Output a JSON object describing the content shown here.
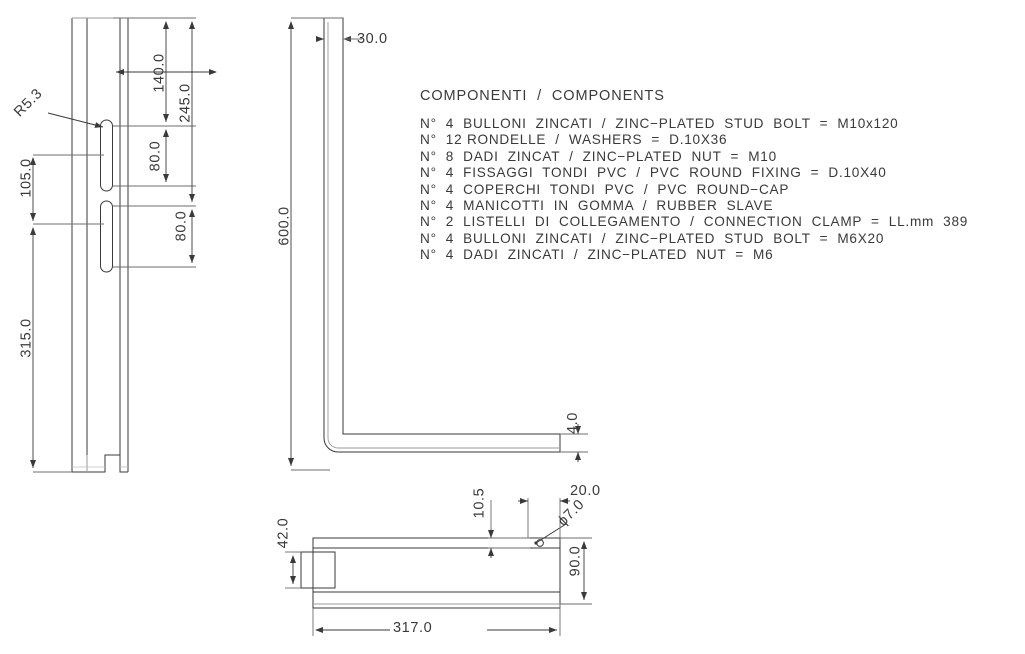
{
  "drawing": {
    "type": "engineering-technical-drawing",
    "units": "mm",
    "line_color": "#3a3a3a",
    "background": "#ffffff"
  },
  "components_list": {
    "title": "COMPONENTI  /  COMPONENTS",
    "items": [
      "N°  4  BULLONI  ZINCATI  /  ZINC−PLATED  STUD  BOLT  =  M10x120",
      "N°  12 RONDELLE  /  WASHERS  =  D.10X36",
      "N°  8  DADI  ZINCAT  /  ZINC−PLATED  NUT  =  M10",
      "N°  4  FISSAGGI  TONDI  PVC  /  PVC  ROUND  FIXING  =  D.10X40",
      "N°  4  COPERCHI  TONDI  PVC  /  PVC  ROUND−CAP",
      "N°  4  MANICOTTI  IN  GOMMA  /  RUBBER  SLAVE",
      "N°  2  LISTELLI  DI  COLLEGAMENTO  /  CONNECTION  CLAMP  =  LL.mm  389",
      "N°  4  BULLONI  ZINCATI  /  ZINC−PLATED  STUD  BOLT  =  M6X20",
      "N°  4  DADI  ZINCATI  /  ZINC−PLATED  NUT  =  M6"
    ]
  },
  "views": {
    "front_view": {
      "name": "front-elevation-slotted-channel",
      "dimensions": {
        "radius_slot": "R5.3",
        "slot_top_to_top": "140.0",
        "slot_length_upper": "80.0",
        "top_to_lower_slot_top": "245.0",
        "slot_length_lower": "80.0",
        "slot_pitch": "105.0",
        "overall_height_partial": "315.0"
      }
    },
    "side_view": {
      "name": "side-elevation-l-bracket",
      "dimensions": {
        "leg_width": "30.0",
        "vertical_height": "600.0",
        "plate_thickness": "4.0"
      }
    },
    "plan_view": {
      "name": "plan-view-base",
      "dimensions": {
        "channel_height": "42.0",
        "flange_thickness": "10.5",
        "edge_offset": "20.0",
        "hole_diameter": "ϕ7.0",
        "overall_width": "90.0",
        "overall_length": "317.0"
      }
    }
  },
  "labels": {
    "r53": "R5.3",
    "d140": "140.0",
    "d245": "245.0",
    "d80a": "80.0",
    "d80b": "80.0",
    "d105": "105.0",
    "d315": "315.0",
    "d30": "30.0",
    "d600": "600.0",
    "d4": "4.0",
    "d42": "42.0",
    "d105b": "10.5",
    "d20": "20.0",
    "dphi7": "ϕ7.0",
    "d90": "90.0",
    "d317": "317.0"
  }
}
